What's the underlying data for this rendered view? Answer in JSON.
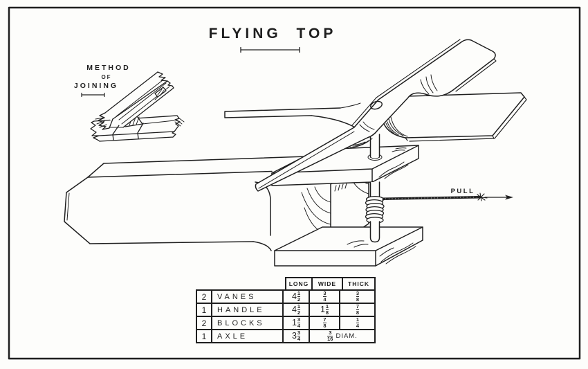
{
  "style": {
    "ink": "#1f1f1f",
    "paper": "#fdfdfb"
  },
  "title": "FLYING TOP",
  "inset": {
    "label_line1": "METHOD",
    "label_line2": "OF",
    "label_line3": "JOINING"
  },
  "annotations": {
    "pull": "PULL"
  },
  "parts_table": {
    "headers": [
      "LONG",
      "WIDE",
      "THICK"
    ],
    "rows": [
      {
        "qty": "2",
        "name": "VANES",
        "long": {
          "whole": "4",
          "num": "1",
          "den": "2"
        },
        "wide": {
          "whole": "",
          "num": "3",
          "den": "4"
        },
        "thick": {
          "whole": "",
          "num": "3",
          "den": "8"
        }
      },
      {
        "qty": "1",
        "name": "HANDLE",
        "long": {
          "whole": "4",
          "num": "1",
          "den": "2"
        },
        "wide": {
          "whole": "1",
          "num": "1",
          "den": "8"
        },
        "thick": {
          "whole": "",
          "num": "7",
          "den": "8"
        }
      },
      {
        "qty": "2",
        "name": "BLOCKS",
        "long": {
          "whole": "1",
          "num": "3",
          "den": "4"
        },
        "wide": {
          "whole": "",
          "num": "7",
          "den": "8"
        },
        "thick": {
          "whole": "",
          "num": "1",
          "den": "4"
        }
      },
      {
        "qty": "1",
        "name": "AXLE",
        "long": {
          "whole": "3",
          "num": "3",
          "den": "4"
        },
        "diam": {
          "num": "3",
          "den": "16",
          "label": "DIAM."
        }
      }
    ]
  }
}
